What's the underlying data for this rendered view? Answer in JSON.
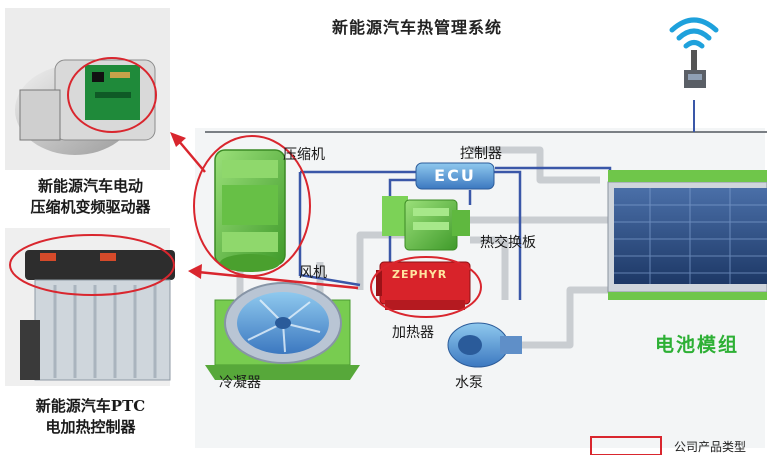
{
  "title": "新能源汽车热管理系统",
  "products": {
    "compressor_caption_line1": "新能源汽车电动",
    "compressor_caption_line2": "压缩机变频驱动器",
    "ptc_caption_line1": "新能源汽车PTC",
    "ptc_caption_line2": "电加热控制器"
  },
  "components": {
    "compressor": "压缩机",
    "controller": "控制器",
    "ecu": "ECU",
    "heat_exchanger": "热交换板",
    "fan": "风机",
    "heater_brand": "ZEPHYR",
    "heater": "加热器",
    "condenser": "冷凝器",
    "pump": "水泵",
    "battery": "电池模组"
  },
  "legend": {
    "label": "公司产品类型",
    "color": "#d9262e"
  },
  "colors": {
    "pipe": "#c9cdd1",
    "wire": "#3a57a8",
    "component_green": "#6fc64a",
    "highlight_red": "#d9262e",
    "battery_green": "#2db035"
  },
  "icons": {
    "wifi": "wifi-icon",
    "arrow": "arrow-icon"
  }
}
